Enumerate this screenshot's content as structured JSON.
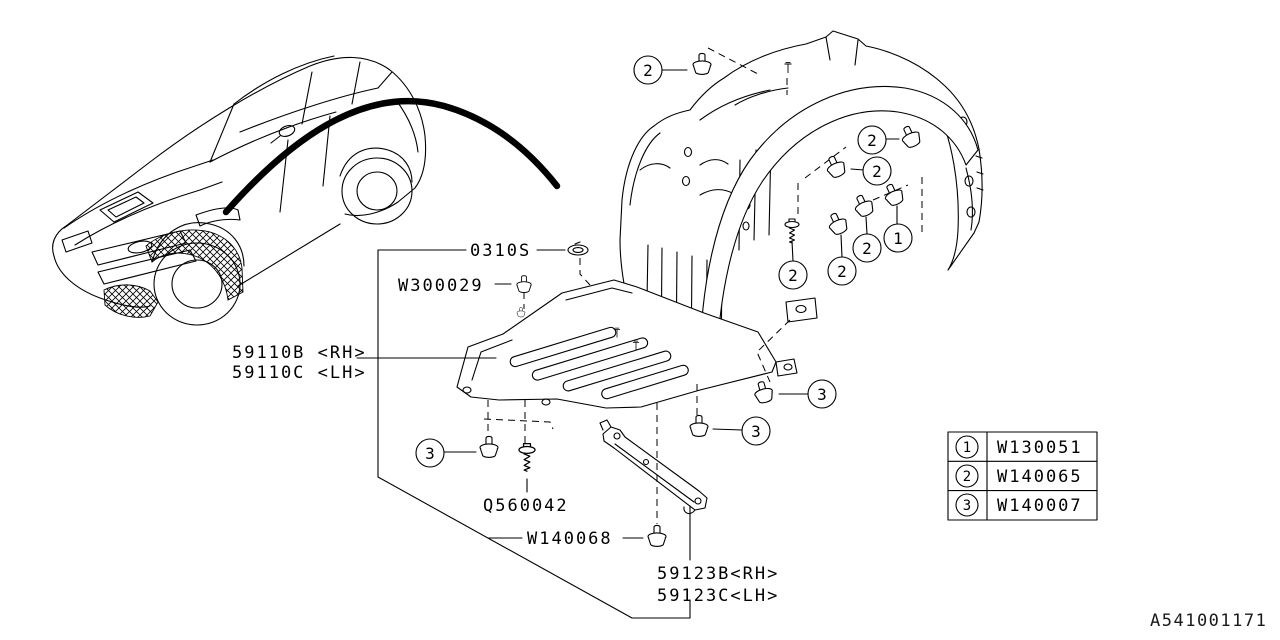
{
  "colors": {
    "ink": "#000000",
    "background": "#ffffff"
  },
  "labels": {
    "grommet": "0310S",
    "clip_upper": "W300029",
    "cover_rh": "59110B <RH>",
    "cover_lh": "59110C <LH>",
    "screw": "Q560042",
    "clip_lower": "W140068",
    "bracket_rh": "59123B<RH>",
    "bracket_lh": "59123C<LH>"
  },
  "callouts": [
    "2",
    "2",
    "2",
    "1",
    "2",
    "2",
    "2",
    "3",
    "3",
    "3"
  ],
  "legend": {
    "rows": [
      {
        "ref": "1",
        "part": "W130051"
      },
      {
        "ref": "2",
        "part": "W140065"
      },
      {
        "ref": "3",
        "part": "W140007"
      }
    ]
  },
  "footer": {
    "drawing_code": "A541001171"
  }
}
